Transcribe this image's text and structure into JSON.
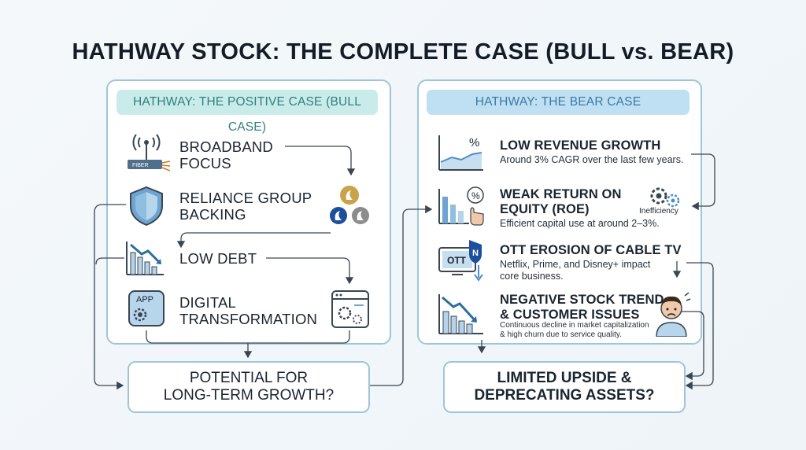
{
  "title": "HATHWAY STOCK: THE COMPLETE CASE (BULL vs. BEAR)",
  "bull": {
    "header": "HATHWAY: THE POSITIVE CASE (BULL CASE)",
    "items": [
      {
        "label_line1": "BROADBAND",
        "label_line2": "FOCUS",
        "icon": "fiber-router-icon",
        "icon_text": "FIBER"
      },
      {
        "label_line1": "RELIANCE GROUP",
        "label_line2": "BACKING",
        "icon": "shield-icon"
      },
      {
        "label_line1": "LOW DEBT",
        "label_line2": "",
        "icon": "declining-bar-chart-icon"
      },
      {
        "label_line1": "DIGITAL",
        "label_line2": "TRANSFORMATION",
        "icon": "app-gear-icon",
        "icon_text": "APP"
      }
    ],
    "conclusion_line1": "POTENTIAL FOR",
    "conclusion_line2": "LONG-TERM GROWTH?"
  },
  "bear": {
    "header": "HATHWAY: THE BEAR CASE",
    "items": [
      {
        "title_line1": "LOW REVENUE GROWTH",
        "title_line2": "",
        "desc_line1": "Around 3% CAGR over the last few years.",
        "desc_line2": "",
        "icon": "flat-area-chart-icon",
        "icon_text": "%"
      },
      {
        "title_line1": "WEAK RETURN ON",
        "title_line2": "EQUITY (ROE)",
        "desc_line1": "Efficient capital use at around 2–3%.",
        "desc_line2": "",
        "icon": "bar-chart-hand-icon",
        "icon_text": "%"
      },
      {
        "title_line1": "OTT EROSION OF CABLE TV",
        "title_line2": "",
        "desc_line1": "Netflix, Prime, and Disney+ impact",
        "desc_line2": "core business.",
        "icon": "ott-monitor-icon",
        "icon_text": "OTT"
      },
      {
        "title_line1": "NEGATIVE STOCK TREND",
        "title_line2": "& CUSTOMER ISSUES",
        "desc_line1": "Continuous decline in market capitalization",
        "desc_line2": "& high churn due to service quality.",
        "icon": "falling-chart-icon"
      }
    ],
    "inefficiency_label": "Inefficiency",
    "conclusion_line1": "LIMITED UPSIDE &",
    "conclusion_line2": "DEPRECATING ASSETS?"
  },
  "colors": {
    "panel_border": "#9fc6d6",
    "bull_header_bg": "#c9ecea",
    "bull_header_text": "#2f7f7e",
    "bear_header_bg": "#bfe0f3",
    "bear_header_text": "#3d79a2",
    "icon_blue": "#4f8fc4",
    "arrow": "#3a4652"
  }
}
